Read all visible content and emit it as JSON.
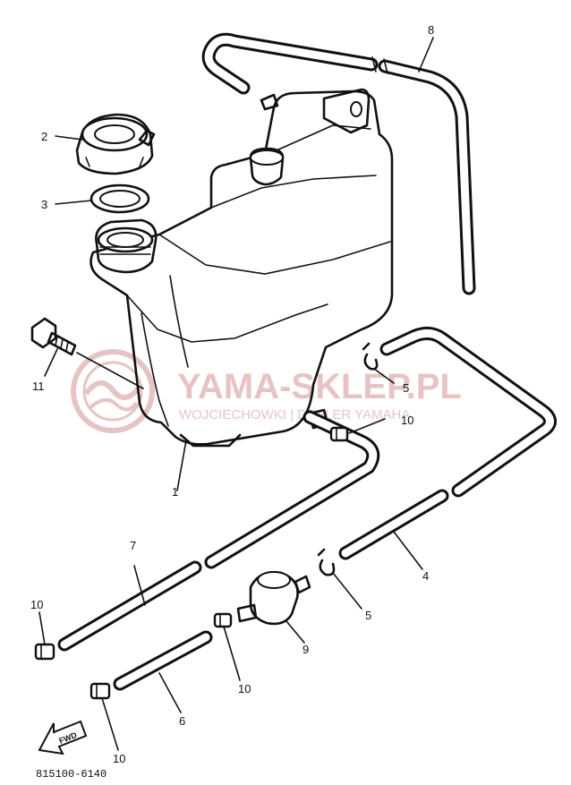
{
  "watermark": {
    "title": "YAMA-SKLEP.PL",
    "subtitle": "WOJCIECHOWKI | DEALER YAMAHA",
    "color": "#e7c4c4"
  },
  "callouts": {
    "c1": "1",
    "c2": "2",
    "c3": "3",
    "c4": "4",
    "c5a": "5",
    "c5b": "5",
    "c6": "6",
    "c7": "7",
    "c8": "8",
    "c9": "9",
    "c10a": "10",
    "c10b": "10",
    "c10c": "10",
    "c10d": "10",
    "c11": "11"
  },
  "fwd_label": "FWD",
  "diagram_code": "815100-6140"
}
